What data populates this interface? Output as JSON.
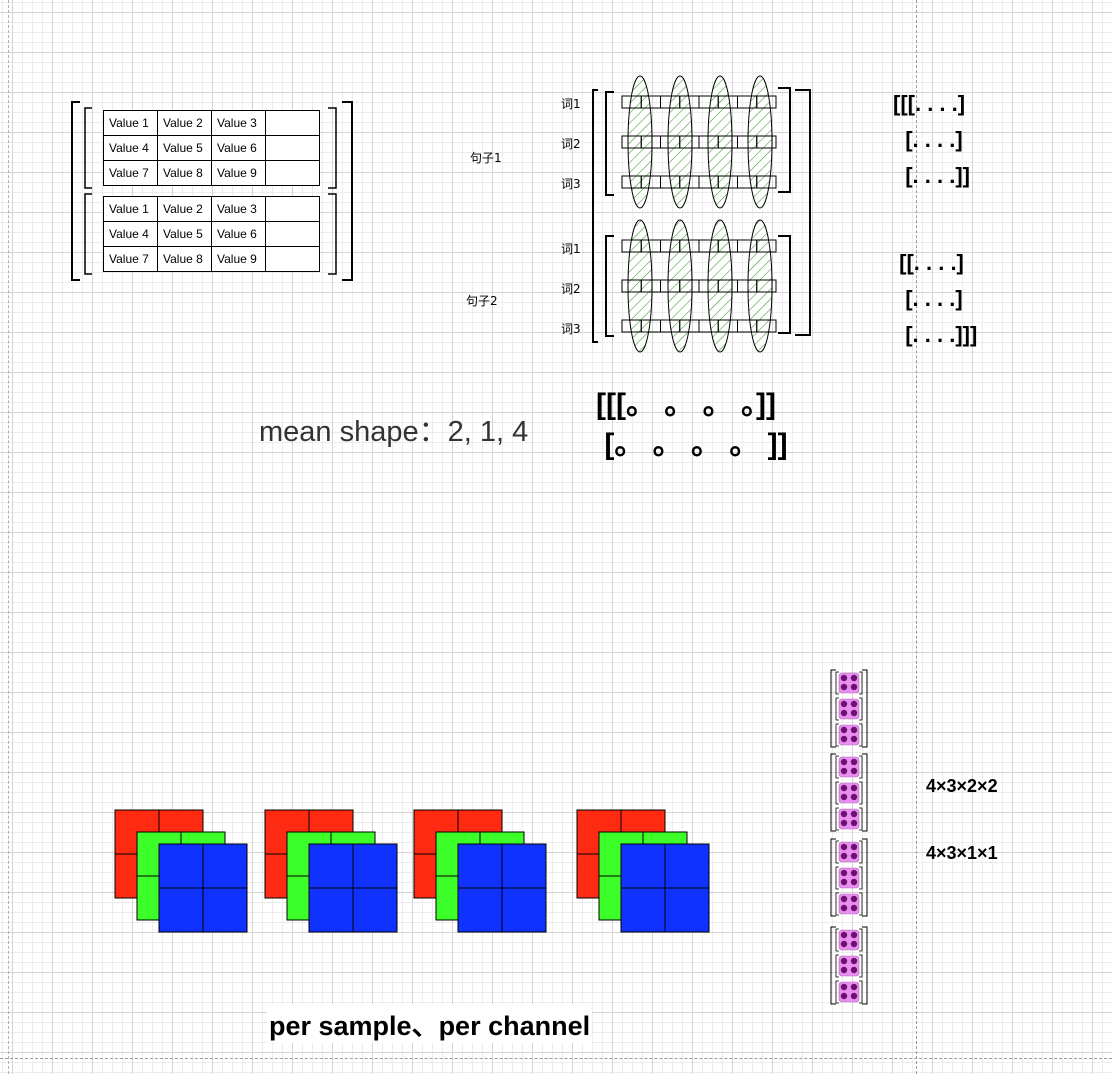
{
  "matrices": {
    "rows": [
      [
        "Value 1",
        "Value 2",
        "Value 3",
        ""
      ],
      [
        "Value 4",
        "Value 5",
        "Value 6",
        ""
      ],
      [
        "Value 7",
        "Value 8",
        "Value 9",
        ""
      ]
    ]
  },
  "sentences": {
    "s1_label": "句子1",
    "s2_label": "句子2",
    "word1": "词1",
    "word2": "词2",
    "word3": "词3"
  },
  "bracket_text": {
    "block1": "[[[. . . .]\n  [. . . .]\n  [. . . .]]",
    "block2": " [[. . . .]\n  [. . . .]\n  [. . . .]]]",
    "mean_result": "[[[。 。 。 。]]\n [。 。 。 。 ]]"
  },
  "mean_shape": "mean shape：2, 1, 4",
  "shape_a": "4×3×2×2",
  "shape_b": "4×3×1×1",
  "caption": "per sample、per channel",
  "colors": {
    "red": "#ff2a12",
    "green": "#3cff2a",
    "blue": "#1032ff",
    "dot_fill": "#e98ff0",
    "dot": "#6e1070",
    "hatch": "#3a9a2a"
  }
}
